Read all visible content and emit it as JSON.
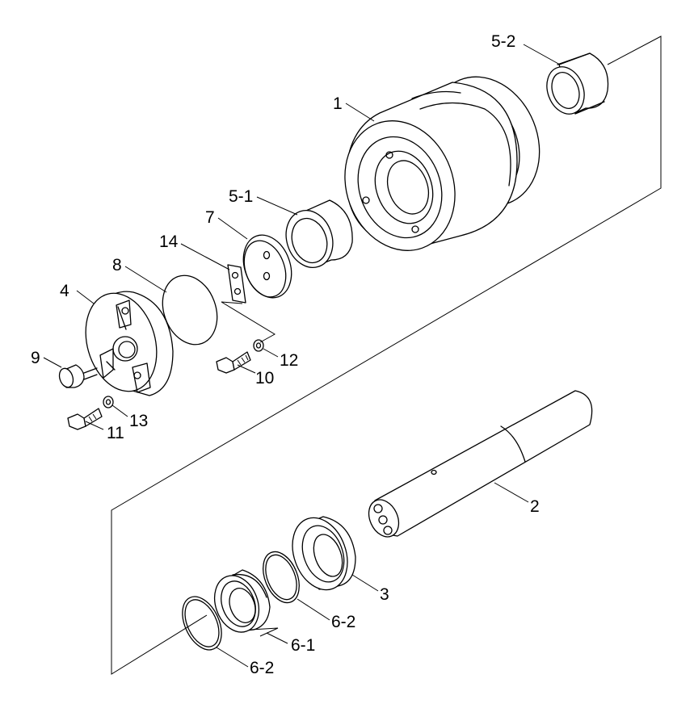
{
  "labels": {
    "part_1": "1",
    "part_2": "2",
    "part_3": "3",
    "part_4": "4",
    "part_5_1": "5-1",
    "part_5_2": "5-2",
    "part_6_1": "6-1",
    "part_6_2_upper": "6-2",
    "part_6_2_lower": "6-2",
    "part_7": "7",
    "part_8": "8",
    "part_9": "9",
    "part_10": "10",
    "part_11": "11",
    "part_12": "12",
    "part_13": "13",
    "part_14": "14"
  }
}
